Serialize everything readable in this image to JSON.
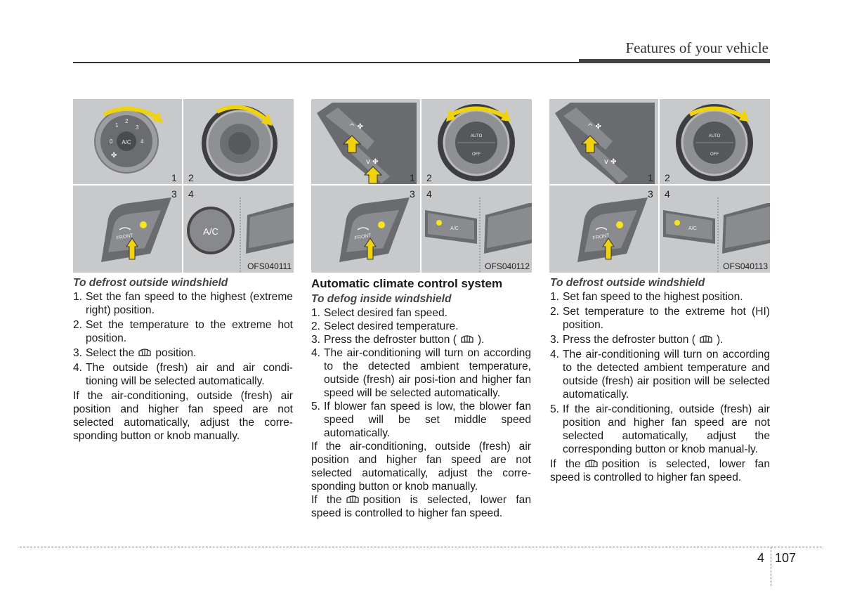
{
  "header": {
    "title": "Features of your vehicle"
  },
  "figures": [
    {
      "nums": [
        "1",
        "2",
        "3",
        "4"
      ],
      "code": "OFS040111",
      "labels": {
        "ac": "A/C",
        "front": "FRONT",
        "ac_big": "A/C",
        "dial": [
          "0",
          "1",
          "2",
          "3",
          "4"
        ]
      }
    },
    {
      "nums": [
        "1",
        "2",
        "3",
        "4"
      ],
      "code": "OFS040112",
      "labels": {
        "auto": "AUTO",
        "off": "OFF",
        "front": "FRONT",
        "ac": "A/C"
      }
    },
    {
      "nums": [
        "1",
        "2",
        "3",
        "4"
      ],
      "code": "OFS040113",
      "labels": {
        "auto": "AUTO",
        "off": "OFF",
        "front": "FRONT",
        "ac": "A/C"
      }
    }
  ],
  "col1": {
    "subtitle": "To defrost outside windshield",
    "items": [
      {
        "n": "1.",
        "t": "Set the fan speed to the highest (extreme right) position."
      },
      {
        "n": "2.",
        "t": "Set the temperature to the extreme hot position."
      },
      {
        "n": "3.",
        "t_pre": "Select the",
        "t_post": "position."
      },
      {
        "n": "4.",
        "t": "The outside (fresh) air and air condi-tioning will be selected automatically."
      }
    ],
    "para": "If the air-conditioning, outside (fresh) air position and higher fan speed are not selected automatically, adjust the corre-sponding button or knob manually."
  },
  "col2": {
    "title": "Automatic climate control system",
    "subtitle": "To defog inside windshield",
    "items": [
      {
        "n": "1.",
        "t": "Select desired fan speed."
      },
      {
        "n": "2.",
        "t": "Select desired temperature."
      },
      {
        "n": "3.",
        "t_pre": "Press the defroster button (",
        "t_post": ")."
      },
      {
        "n": "4.",
        "t": "The air-conditioning will turn on according to the detected ambient temperature, outside (fresh) air posi-tion and higher fan speed will be selected automatically."
      },
      {
        "n": "5.",
        "t": "If blower fan speed is low, the blower fan speed will be set middle speed automatically."
      }
    ],
    "para": "If the air-conditioning, outside (fresh) air position and higher fan speed are not selected automatically, adjust the corre-sponding button or knob manually.",
    "para2_pre": "If the",
    "para2_post": "position is selected, lower fan speed is controlled to higher fan speed."
  },
  "col3": {
    "subtitle": "To defrost outside windshield",
    "items": [
      {
        "n": "1.",
        "t": "Set fan speed to the highest position."
      },
      {
        "n": "2.",
        "t": "Set temperature to the extreme hot (HI) position."
      },
      {
        "n": "3.",
        "t_pre": "Press the defroster button (",
        "t_post": ")."
      },
      {
        "n": "4.",
        "t": "The air-conditioning will turn on according to the detected ambient temperature and outside (fresh) air position will be selected automatically."
      },
      {
        "n": "5.",
        "t": "If the air-conditioning, outside (fresh) air position and higher fan speed are not selected automatically, adjust the corresponding button or knob manual-ly."
      }
    ],
    "para2_pre": "If the",
    "para2_post": "position is selected, lower fan speed is controlled to higher fan speed."
  },
  "footer": {
    "chapter": "4",
    "page": "107"
  },
  "icons": [
    "defrost-icon",
    "arrow-up-icon",
    "rotate-arrow-icon",
    "fan-icon"
  ],
  "colors": {
    "highlight": "#f7e51a",
    "arrow": "#f0d20f",
    "panel_bg": "#c8c9cb",
    "knob": "#5a5b5e"
  }
}
